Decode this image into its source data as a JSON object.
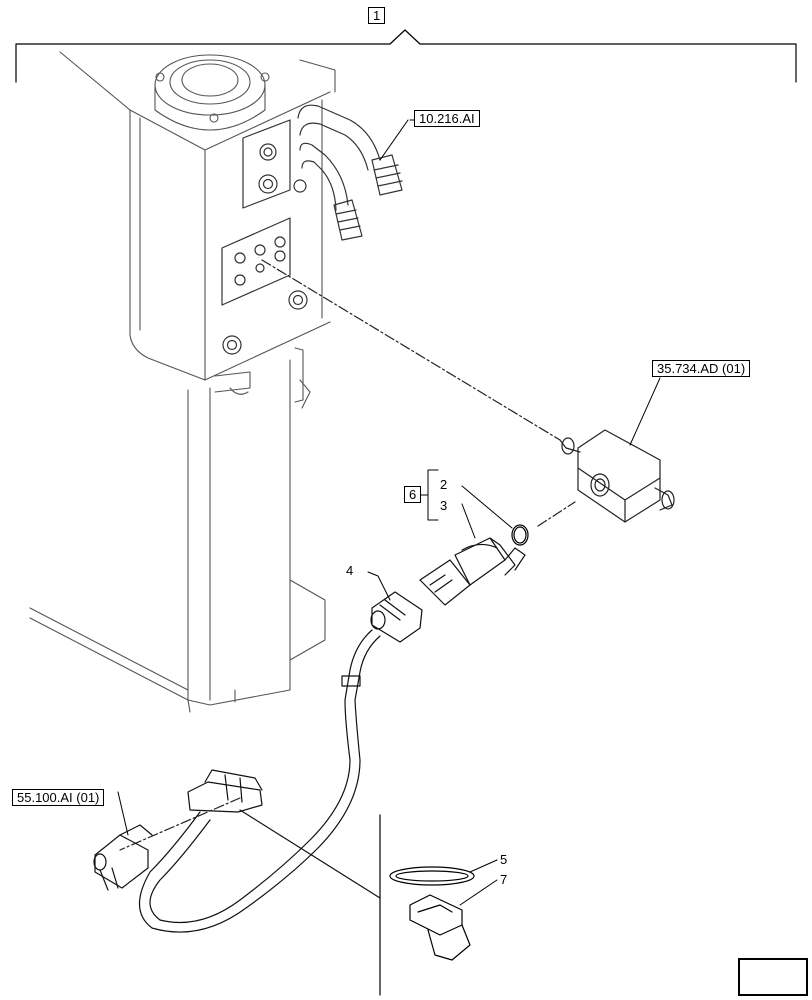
{
  "callouts": {
    "assembly": "1",
    "hose_ref": "10.216.AI",
    "block_ref": "35.734.AD (01)",
    "kit": "6",
    "oring": "2",
    "sensor": "3",
    "connector": "4",
    "strap": "5",
    "clip": "7",
    "harness_ref": "55.100.AI (01)"
  },
  "icons": {
    "nav": "next-page-arrow-icon"
  }
}
